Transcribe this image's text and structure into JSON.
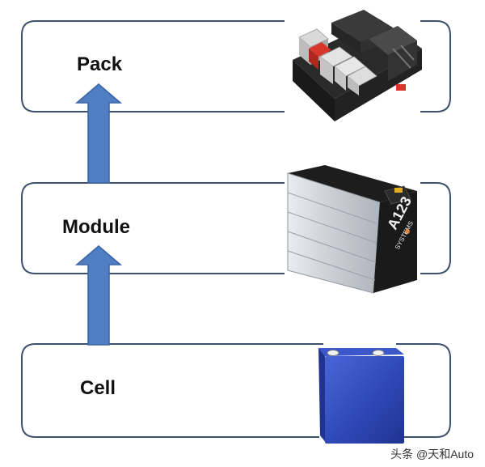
{
  "levels": [
    {
      "id": "pack",
      "label": "Pack"
    },
    {
      "id": "module",
      "label": "Module"
    },
    {
      "id": "cell",
      "label": "Cell"
    }
  ],
  "module_image": {
    "brand_text": "A123",
    "brand_sub": "SYSTEMS"
  },
  "watermark": "头条 @天和Auto",
  "colors": {
    "frame": "#3f4f6e",
    "arrow_fill": "#4f7ec3",
    "arrow_stroke": "#3a64a6",
    "cell_blue": "#2f48b8",
    "module_dark": "#1d1d1d",
    "accent_orange": "#e06a1a",
    "accent_red": "#d8362b"
  },
  "icons": [
    "battery-pack-image",
    "battery-module-image",
    "battery-cell-image",
    "up-arrow-icon"
  ]
}
